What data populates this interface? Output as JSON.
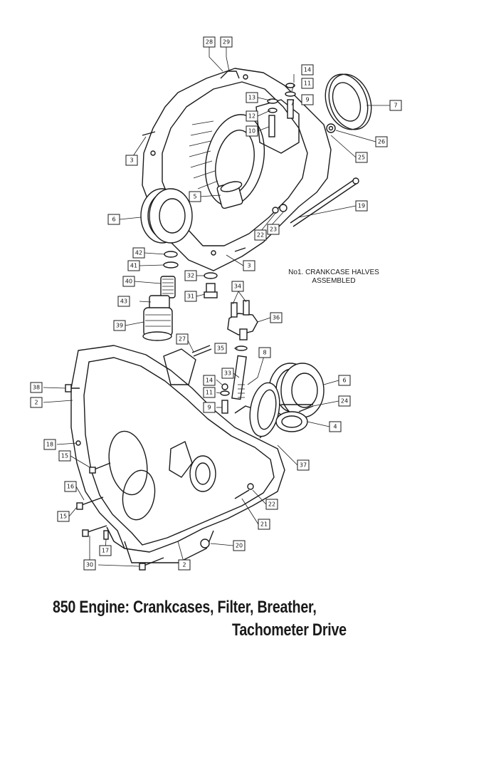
{
  "caption": {
    "line1": "850 Engine: Crankcases, Filter, Breather,",
    "line2": "Tachometer Drive"
  },
  "assembly_note": {
    "line1": "No1. CRANKCASE HALVES",
    "line2": "ASSEMBLED"
  },
  "callouts": [
    {
      "id": "c28",
      "label": "28"
    },
    {
      "id": "c29",
      "label": "29"
    },
    {
      "id": "c14a",
      "label": "14"
    },
    {
      "id": "c11a",
      "label": "11"
    },
    {
      "id": "c9a",
      "label": "9"
    },
    {
      "id": "c13",
      "label": "13"
    },
    {
      "id": "c12",
      "label": "12"
    },
    {
      "id": "c10",
      "label": "10"
    },
    {
      "id": "c7",
      "label": "7"
    },
    {
      "id": "c26",
      "label": "26"
    },
    {
      "id": "c25",
      "label": "25"
    },
    {
      "id": "c3a",
      "label": "3"
    },
    {
      "id": "c5",
      "label": "5"
    },
    {
      "id": "c19",
      "label": "19"
    },
    {
      "id": "c6a",
      "label": "6"
    },
    {
      "id": "c22a",
      "label": "22"
    },
    {
      "id": "c23",
      "label": "23"
    },
    {
      "id": "c42",
      "label": "42"
    },
    {
      "id": "c41",
      "label": "41"
    },
    {
      "id": "c40",
      "label": "40"
    },
    {
      "id": "c32",
      "label": "32"
    },
    {
      "id": "c3b",
      "label": "3"
    },
    {
      "id": "c31",
      "label": "31"
    },
    {
      "id": "c43",
      "label": "43"
    },
    {
      "id": "c34",
      "label": "34"
    },
    {
      "id": "c36",
      "label": "36"
    },
    {
      "id": "c39",
      "label": "39"
    },
    {
      "id": "c27",
      "label": "27"
    },
    {
      "id": "c35",
      "label": "35"
    },
    {
      "id": "c8",
      "label": "8"
    },
    {
      "id": "c33",
      "label": "33"
    },
    {
      "id": "c14b",
      "label": "14"
    },
    {
      "id": "c11b",
      "label": "11"
    },
    {
      "id": "c9b",
      "label": "9"
    },
    {
      "id": "c6b",
      "label": "6"
    },
    {
      "id": "c24",
      "label": "24"
    },
    {
      "id": "c38",
      "label": "38"
    },
    {
      "id": "c2a",
      "label": "2"
    },
    {
      "id": "c4",
      "label": "4"
    },
    {
      "id": "c18",
      "label": "18"
    },
    {
      "id": "c15a",
      "label": "15"
    },
    {
      "id": "c37",
      "label": "37"
    },
    {
      "id": "c16",
      "label": "16"
    },
    {
      "id": "c15b",
      "label": "15"
    },
    {
      "id": "c22b",
      "label": "22"
    },
    {
      "id": "c21",
      "label": "21"
    },
    {
      "id": "c17",
      "label": "17"
    },
    {
      "id": "c20",
      "label": "20"
    },
    {
      "id": "c30",
      "label": "30"
    },
    {
      "id": "c2b",
      "label": "2"
    }
  ]
}
